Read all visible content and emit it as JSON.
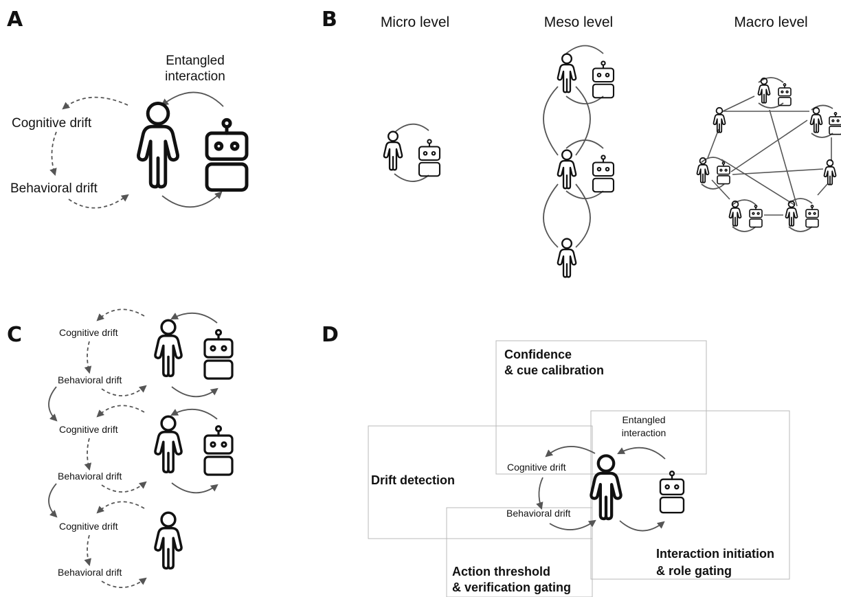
{
  "panels": {
    "a": {
      "letter": "A",
      "interaction_label_line1": "Entangled",
      "interaction_label_line2": "interaction",
      "cognitive_label": "Cognitive drift",
      "behavioral_label": "Behavioral drift"
    },
    "b": {
      "letter": "B",
      "micro_label": "Micro level",
      "meso_label": "Meso level",
      "macro_label": "Macro level"
    },
    "c": {
      "letter": "C",
      "cognitive_label": "Cognitive drift",
      "behavioral_label": "Behavioral drift"
    },
    "d": {
      "letter": "D",
      "confidence_line1": "Confidence",
      "confidence_line2": "& cue calibration",
      "drift_detection": "Drift detection",
      "action_line1": "Action threshold",
      "action_line2": "& verification gating",
      "interaction_line1": "Interaction initiation",
      "interaction_line2": "& role gating",
      "entangled_line1": "Entangled",
      "entangled_line2": "interaction",
      "cognitive_label": "Cognitive drift",
      "behavioral_label": "Behavioral drift"
    }
  },
  "icons": [
    "human-icon",
    "robot-icon"
  ]
}
